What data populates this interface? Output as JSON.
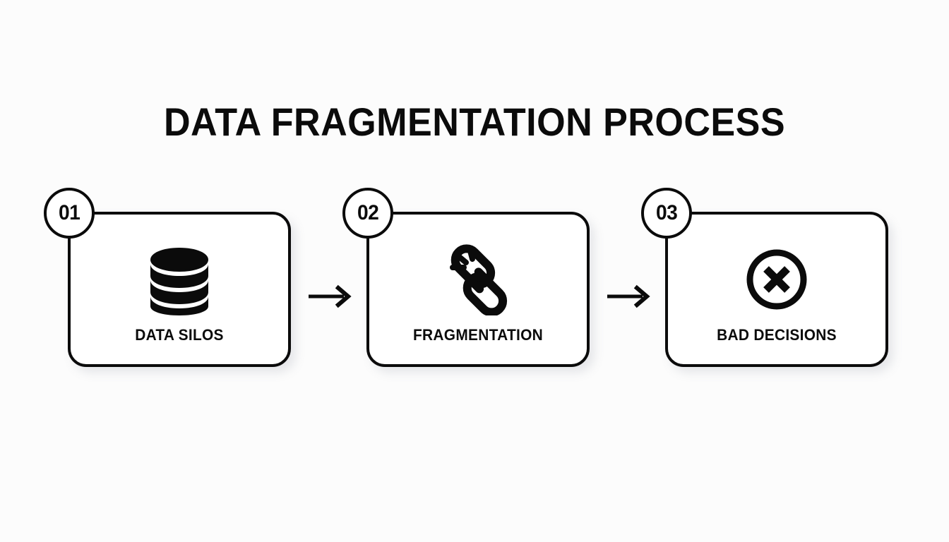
{
  "page": {
    "title": "DATA FRAGMENTATION PROCESS",
    "background_color": "#fcfcfc",
    "ink_color": "#0b0b0b",
    "card_fill": "#ffffff"
  },
  "diagram": {
    "type": "linear-process-flow",
    "step_count": 3,
    "connector": "arrow-right",
    "steps": [
      {
        "number": "01",
        "label": "DATA SILOS",
        "icon": "database-stack-icon"
      },
      {
        "number": "02",
        "label": "FRAGMENTATION",
        "icon": "broken-chain-link-icon"
      },
      {
        "number": "03",
        "label": "BAD DECISIONS",
        "icon": "x-circle-icon"
      }
    ],
    "connectors": [
      {
        "name": "arrow-1",
        "from": "01",
        "to": "02"
      },
      {
        "name": "arrow-2",
        "from": "02",
        "to": "03"
      }
    ]
  }
}
